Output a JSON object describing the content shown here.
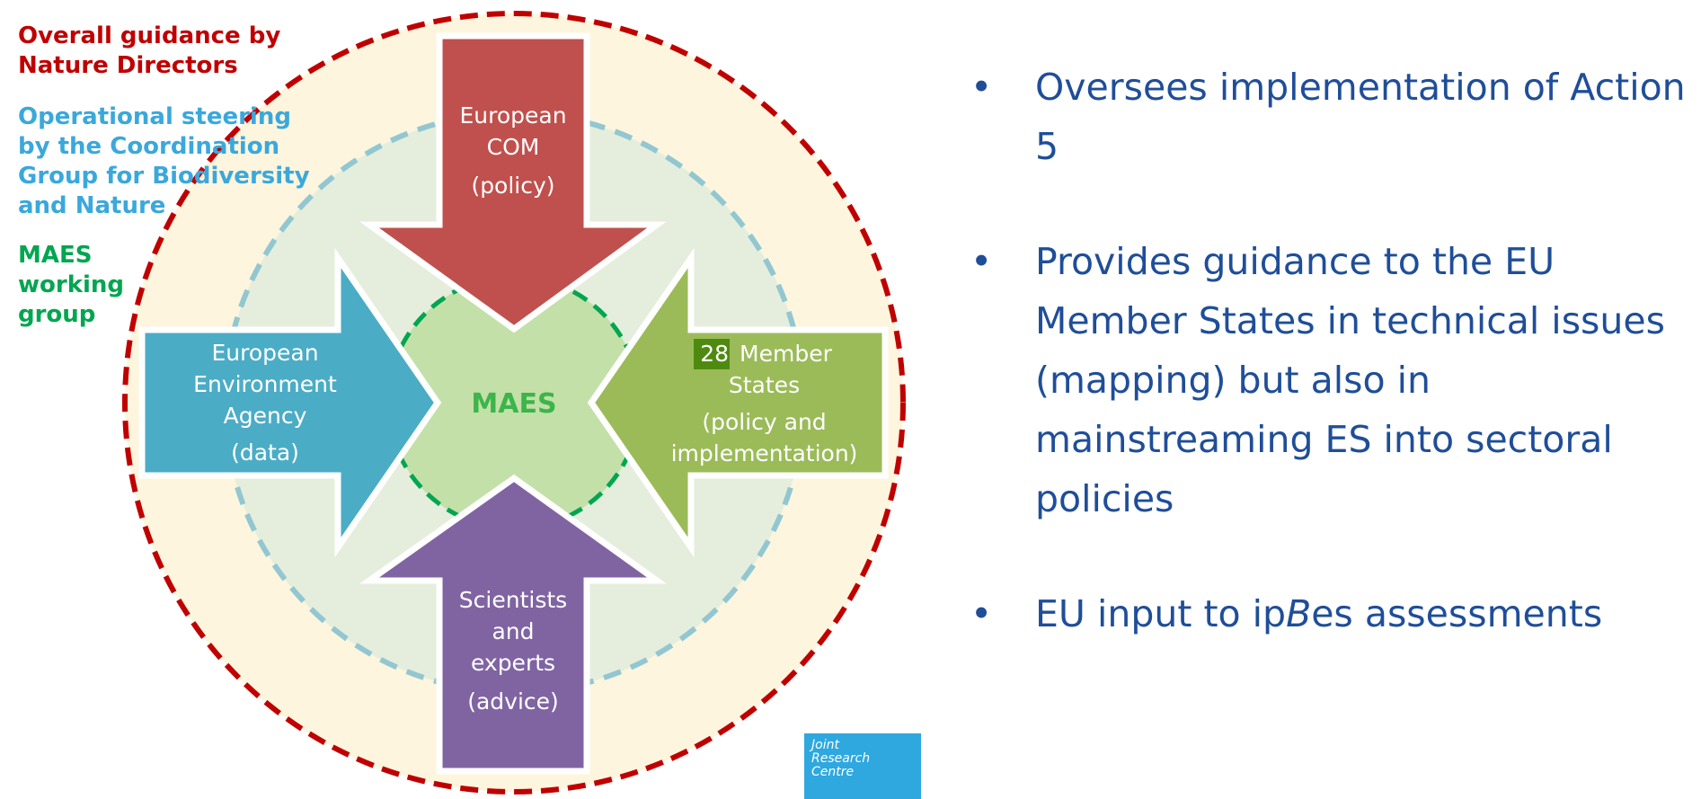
{
  "legend": {
    "guidance": [
      "Overall guidance by",
      "Nature Directors"
    ],
    "steering": [
      "Operational steering",
      "by the Coordination",
      "Group for Biodiversity",
      "and Nature"
    ],
    "maes_group": [
      "MAES",
      "working",
      "group"
    ]
  },
  "center": {
    "label": "MAES"
  },
  "arrows": {
    "top": {
      "line1": "European",
      "line2": "COM",
      "role": "(policy)"
    },
    "left": {
      "line1": "European",
      "line2": "Environment",
      "line3": "Agency",
      "role": "(data)"
    },
    "right": {
      "count": "28",
      "line1": "Member",
      "line2": "States",
      "role1": "(policy and",
      "role2": "implementation)"
    },
    "bottom": {
      "line1": "Scientists",
      "line2": "and",
      "line3": "experts",
      "role": "(advice)"
    }
  },
  "bullets": {
    "b1": "Oversees implementation of Action 5",
    "b2": "Provides guidance to the EU Member States in technical issues (mapping) but also in mainstreaming ES into sectoral policies",
    "b3_pre": "EU input to ip",
    "b3_ital": "B",
    "b3_post": "es assessments",
    "marker": "•"
  },
  "logo": {
    "lines": [
      "Joint",
      "Research",
      "Centre"
    ]
  },
  "colors": {
    "outer_ring_dash": "#c00000",
    "outer_fill": "#fdf5dd",
    "middle_ring_dash": "#92c7d2",
    "middle_fill": "#e5eedc",
    "inner_ring_dash": "#00a650",
    "inner_fill": "#c3e0a8",
    "arrow_top": "#c0504d",
    "arrow_left": "#4bacc6",
    "arrow_right": "#9bbb59",
    "arrow_bottom": "#8064a2",
    "maes_text": "#3cb54a",
    "count_badge": "#4f8a10",
    "bullet_text": "#1f4e99",
    "logo_bg": "#2ea8df"
  }
}
